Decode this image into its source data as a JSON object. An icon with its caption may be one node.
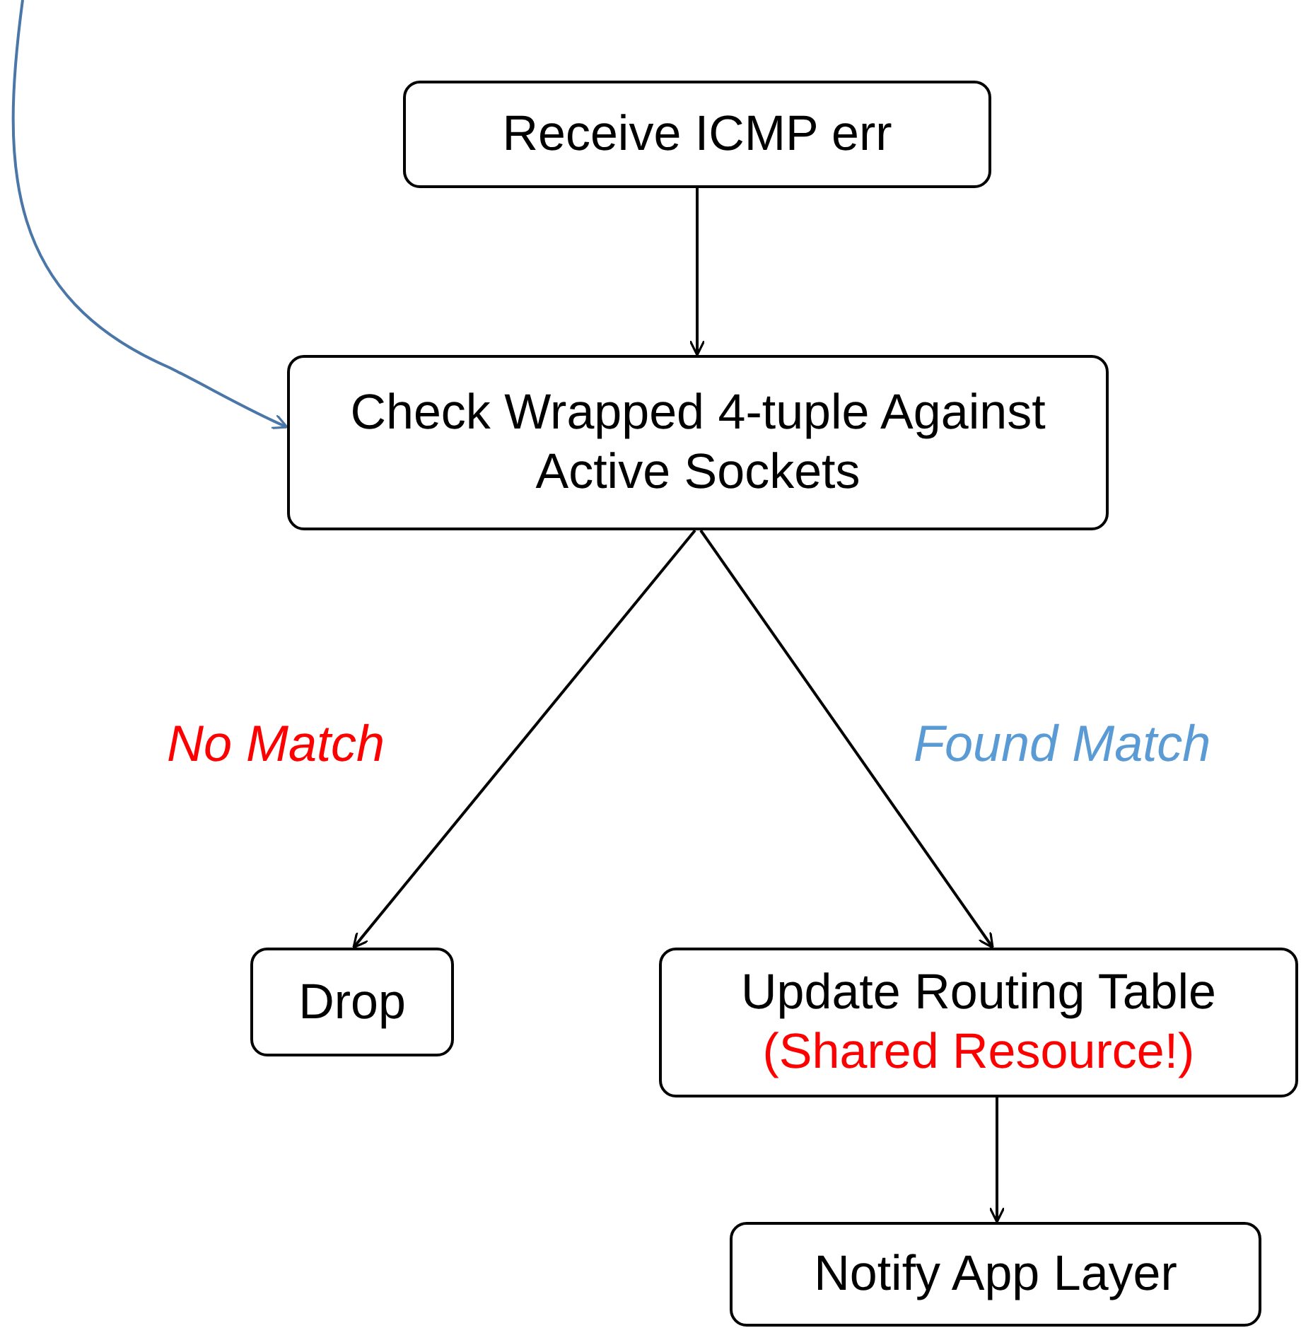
{
  "diagram": {
    "nodes": [
      {
        "text": [
          "Receive ICMP err"
        ]
      },
      {
        "text": [
          "Check Wrapped 4-tuple Against Active Sockets"
        ]
      },
      {
        "text": [
          "Drop"
        ]
      },
      {
        "text": [
          "Update Routing Table",
          "(Shared Resource!)"
        ]
      },
      {
        "text": [
          "Notify App Layer"
        ]
      }
    ],
    "edges": [
      {
        "from": 0,
        "to": 1,
        "arrow": "to"
      },
      {
        "from": 1,
        "to": 2,
        "arrow": "to",
        "label": "No Match"
      },
      {
        "from": 1,
        "to": 3,
        "arrow": "to",
        "label": "Found Match"
      },
      {
        "from": 3,
        "to": 4,
        "arrow": "to"
      },
      {
        "from": null,
        "to": 1,
        "arrow": "to",
        "color": "#4a76a8"
      }
    ]
  }
}
